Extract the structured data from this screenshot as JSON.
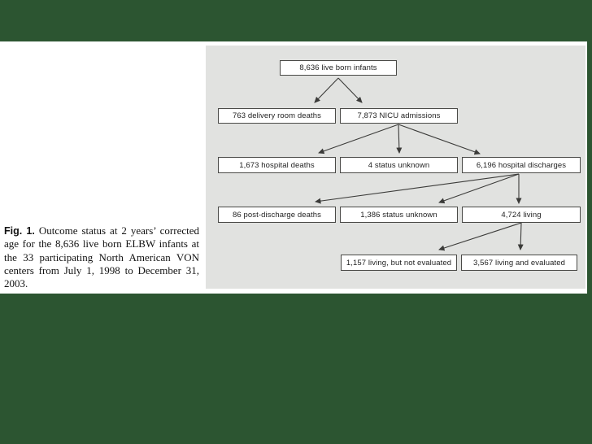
{
  "slide": {
    "background_color": "#2c5531",
    "content_background": "#ffffff",
    "panel_background": "#e1e2e0"
  },
  "caption": {
    "label": "Fig. 1.",
    "text": "Outcome status at 2 years’ corrected age for the 8,636 live born ELBW infants at the 33 participating North American VON centers from July 1, 1998 to December 31, 2003."
  },
  "flowchart": {
    "type": "flow-diagram",
    "nodes": [
      {
        "id": "live-born",
        "label": "8,636 live born infants"
      },
      {
        "id": "delivery-room-deaths",
        "label": "763 delivery room deaths"
      },
      {
        "id": "nicu-admissions",
        "label": "7,873 NICU admissions"
      },
      {
        "id": "hospital-deaths",
        "label": "1,673 hospital deaths"
      },
      {
        "id": "status-unknown",
        "label": "4 status unknown"
      },
      {
        "id": "hospital-discharges",
        "label": "6,196 hospital discharges"
      },
      {
        "id": "post-discharge-deaths",
        "label": "86 post-discharge deaths"
      },
      {
        "id": "status-unknown-late",
        "label": "1,386 status unknown"
      },
      {
        "id": "living",
        "label": "4,724 living"
      },
      {
        "id": "living-not-evaluated",
        "label": "1,157 living, but not evaluated"
      },
      {
        "id": "living-evaluated",
        "label": "3,567 living and evaluated"
      }
    ],
    "edges": [
      [
        "live-born",
        "delivery-room-deaths"
      ],
      [
        "live-born",
        "nicu-admissions"
      ],
      [
        "nicu-admissions",
        "hospital-deaths"
      ],
      [
        "nicu-admissions",
        "status-unknown"
      ],
      [
        "nicu-admissions",
        "hospital-discharges"
      ],
      [
        "hospital-discharges",
        "post-discharge-deaths"
      ],
      [
        "hospital-discharges",
        "status-unknown-late"
      ],
      [
        "hospital-discharges",
        "living"
      ],
      [
        "living",
        "living-not-evaluated"
      ],
      [
        "living",
        "living-evaluated"
      ]
    ],
    "arrow_color": "#3b3b39",
    "node_border_color": "#4a4a47"
  }
}
